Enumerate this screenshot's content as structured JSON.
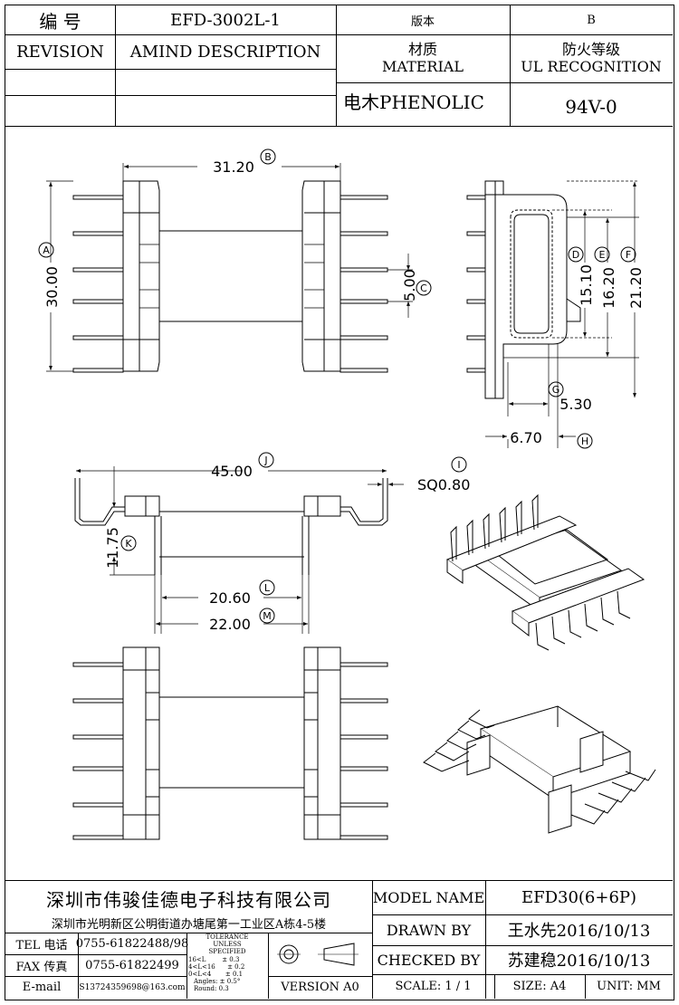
{
  "header": {
    "code_label": "编  号",
    "code_value": "EFD-3002L-1",
    "version_label": "版本",
    "version_value": "B",
    "revision_label": "REVISION",
    "amend_label": "AMIND DESCRIPTION",
    "material_label_cn": "材质",
    "material_label_en": "MATERIAL",
    "fire_label_cn": "防火等级",
    "fire_label_en": "UL RECOGNITION",
    "material_value": "电木PHENOLIC",
    "fire_value": "94V-0"
  },
  "dimensions": {
    "top_width": "31.20",
    "height": "30.00",
    "pitch": "5.00",
    "d": "15.10",
    "e": "16.20",
    "f": "21.20",
    "g": "5.30",
    "h": "6.70",
    "j": "45.00",
    "i": "SQ0.80",
    "k": "11.75",
    "l": "20.60",
    "m": "22.00"
  },
  "markers": {
    "a": "A",
    "b": "B",
    "c": "C",
    "d": "D",
    "e": "E",
    "f": "F",
    "g": "G",
    "h": "H",
    "i": "I",
    "j": "J",
    "k": "K",
    "l": "L",
    "m": "M"
  },
  "footer": {
    "company_name": "深圳市伟骏佳德电子科技有限公司",
    "company_address": "深圳市光明新区公明街道办塘尾第一工业区A栋4-5楼",
    "tel_label": "TEL 电话",
    "tel_value": "0755-61822488/98",
    "fax_label": "FAX 传真",
    "fax_value": "0755-61822499",
    "email_label": "E-mail",
    "email_value": "S13724359698@163.com",
    "tolerance_title_1": "TOLERANCE",
    "tolerance_title_2": "UNLESS",
    "tolerance_title_3": "SPECIFIED",
    "tol_row_1": "16<L        ± 0.3",
    "tol_row_2": "4<L<16      ± 0.2",
    "tol_row_3": "0<L<4       ± 0.1",
    "tol_row_4": "Angles: ± 0.5°",
    "tol_row_5": "Round: 0.3",
    "version_label": "VERSION A0",
    "model_name_label": "MODEL NAME",
    "model_name_value": "EFD30(6+6P)",
    "drawn_by_label": "DRAWN BY",
    "drawn_by_value": "王水先2016/10/13",
    "checked_by_label": "CHECKED BY",
    "checked_by_value": "苏建稳2016/10/13",
    "scale_label": "SCALE:  1 / 1",
    "size_label": "SIZE:  A4",
    "unit_label": "UNIT:  MM"
  }
}
